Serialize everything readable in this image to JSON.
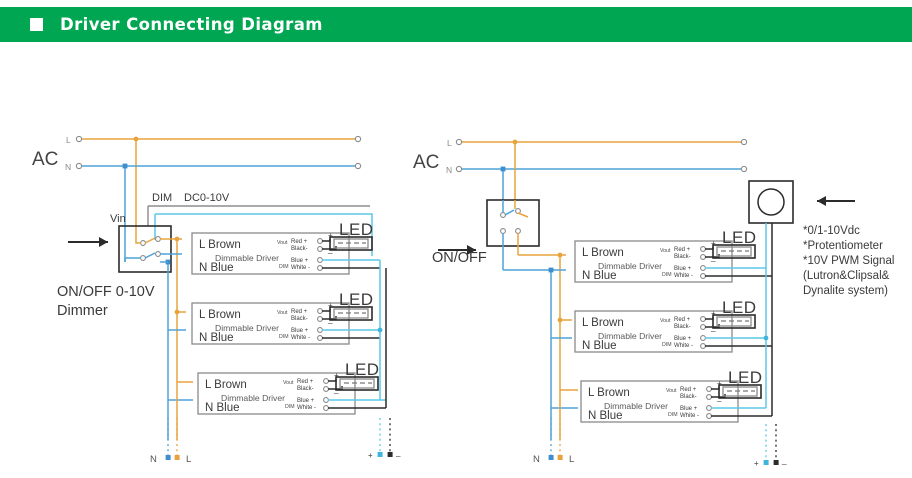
{
  "header": {
    "title": "Driver Connecting Diagram",
    "bullet_icon": "square-bullet-icon",
    "bg_color": "#00a651",
    "text_color": "#ffffff"
  },
  "colors": {
    "live_wire": "#e8a33d",
    "neutral_wire": "#4ea3d8",
    "dim_wire": "#5bc8e8",
    "black_wire": "#2b2b2b",
    "box_outline": "#2b2b2b"
  },
  "left_diagram": {
    "source_label": "AC",
    "source_terminals": {
      "live": "L",
      "neutral": "N"
    },
    "control_box": {
      "input_label": "Vin",
      "dim_label": "DIM",
      "dim_value": "DC0-10V",
      "caption_line1": "ON/OFF 0-10V",
      "caption_line2": "Dimmer",
      "arrow_icon": "arrow-right-icon"
    },
    "drivers": [
      {
        "live_label": "L Brown",
        "neutral_label": "N Blue",
        "name": "Dimmable Driver",
        "out_label": "Vout",
        "dim_label": "DIM",
        "out_pos": "Red +",
        "out_neg": "Black-",
        "dim_pos": "Blue +",
        "dim_neg": "White -",
        "load_label": "LED",
        "load_pos": "+",
        "load_neg": "_"
      },
      {
        "live_label": "L Brown",
        "neutral_label": "N Blue",
        "name": "Dimmable Driver",
        "out_label": "Vout",
        "dim_label": "DIM",
        "out_pos": "Red +",
        "out_neg": "Black-",
        "dim_pos": "Blue +",
        "dim_neg": "White -",
        "load_label": "LED",
        "load_pos": "+",
        "load_neg": "_"
      },
      {
        "live_label": "L Brown",
        "neutral_label": "N Blue",
        "name": "Dimmable Driver",
        "out_label": "Vout",
        "dim_label": "DIM",
        "out_pos": "Red +",
        "out_neg": "Black-",
        "dim_pos": "Blue +",
        "dim_neg": "White -",
        "load_label": "LED",
        "load_pos": "+",
        "load_neg": "_"
      }
    ],
    "bottom_terminals": {
      "neutral": "N",
      "live": "L"
    },
    "bottom_signal_terminals": {
      "positive": "+",
      "negative": "_"
    }
  },
  "right_diagram": {
    "source_label": "AC",
    "source_terminals": {
      "live": "L",
      "neutral": "N"
    },
    "switch_box": {
      "caption": "ON/OFF",
      "arrow_icon": "arrow-right-icon"
    },
    "potentiometer": {
      "knob_icon": "rotary-knob-icon",
      "arrow_icon": "arrow-left-icon"
    },
    "notes": [
      "*0/1-10Vdc",
      "*Protentiometer",
      "*10V PWM Signal",
      "(Lutron&Clipsal&",
      "Dynalite system)"
    ],
    "drivers": [
      {
        "live_label": "L Brown",
        "neutral_label": "N Blue",
        "name": "Dimmable Driver",
        "out_label": "Vout",
        "dim_label": "DIM",
        "out_pos": "Red +",
        "out_neg": "Black-",
        "dim_pos": "Blue +",
        "dim_neg": "White -",
        "load_label": "LED",
        "load_pos": "+",
        "load_neg": "_"
      },
      {
        "live_label": "L Brown",
        "neutral_label": "N Blue",
        "name": "Dimmable Driver",
        "out_label": "Vout",
        "dim_label": "DIM",
        "out_pos": "Red +",
        "out_neg": "Black-",
        "dim_pos": "Blue +",
        "dim_neg": "White -",
        "load_label": "LED",
        "load_pos": "+",
        "load_neg": "_"
      },
      {
        "live_label": "L Brown",
        "neutral_label": "N Blue",
        "name": "Dimmable Driver",
        "out_label": "Vout",
        "dim_label": "DIM",
        "out_pos": "Red +",
        "out_neg": "Black-",
        "dim_pos": "Blue +",
        "dim_neg": "White -",
        "load_label": "LED",
        "load_pos": "+",
        "load_neg": "_"
      }
    ],
    "bottom_terminals": {
      "neutral": "N",
      "live": "L"
    },
    "bottom_signal_terminals": {
      "positive": "+",
      "negative": "_"
    }
  }
}
